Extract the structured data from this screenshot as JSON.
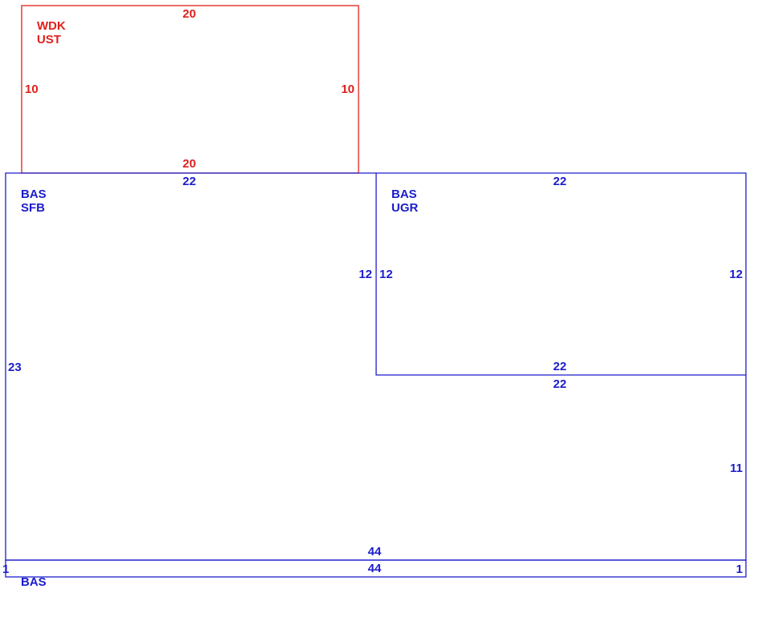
{
  "colors": {
    "deck": "#e0201c",
    "base": "#1c1ccc"
  },
  "areas": [
    {
      "id": "wdk",
      "codes": [
        "WDK",
        "UST"
      ],
      "dims": {
        "top": "20",
        "bottom": "20",
        "left": "10",
        "right": "10"
      }
    },
    {
      "id": "sfb",
      "codes": [
        "BAS",
        "SFB"
      ],
      "dims": {
        "top": "22",
        "left": "23",
        "right": "12"
      }
    },
    {
      "id": "ugr",
      "codes": [
        "BAS",
        "UGR"
      ],
      "dims": {
        "top": "22",
        "left": "12",
        "right": "12",
        "bottom": "22"
      }
    },
    {
      "id": "lower",
      "dims": {
        "top": "22",
        "right": "11",
        "bottom": "44"
      }
    },
    {
      "id": "strip",
      "codes": [
        "BAS"
      ],
      "dims": {
        "top": "44",
        "left": "1",
        "right": "1"
      }
    }
  ]
}
